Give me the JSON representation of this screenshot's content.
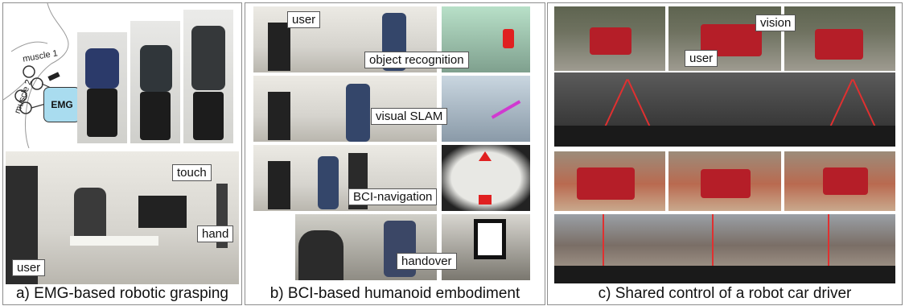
{
  "panel_a": {
    "caption": "a) EMG-based robotic grasping",
    "labels": {
      "muscle1": "muscle 1",
      "muscle2": "muscle 2",
      "emg": "EMG",
      "touch": "touch",
      "hand": "hand",
      "user": "user"
    }
  },
  "panel_b": {
    "caption": "b) BCI-based humanoid embodiment",
    "labels": {
      "user": "user",
      "object_recognition": "object recognition",
      "visual_slam": "visual SLAM",
      "bci_navigation": "BCI-navigation",
      "handover": "handover"
    }
  },
  "panel_c": {
    "caption": "c) Shared control of a robot car driver",
    "labels": {
      "vision": "vision",
      "user": "user"
    }
  },
  "colors": {
    "border": "#8d8d8d",
    "lane_line": "#e03030",
    "emg_box": "#a9dcef",
    "marker_red": "#e02020",
    "vehicle_red": "#b51e28"
  }
}
